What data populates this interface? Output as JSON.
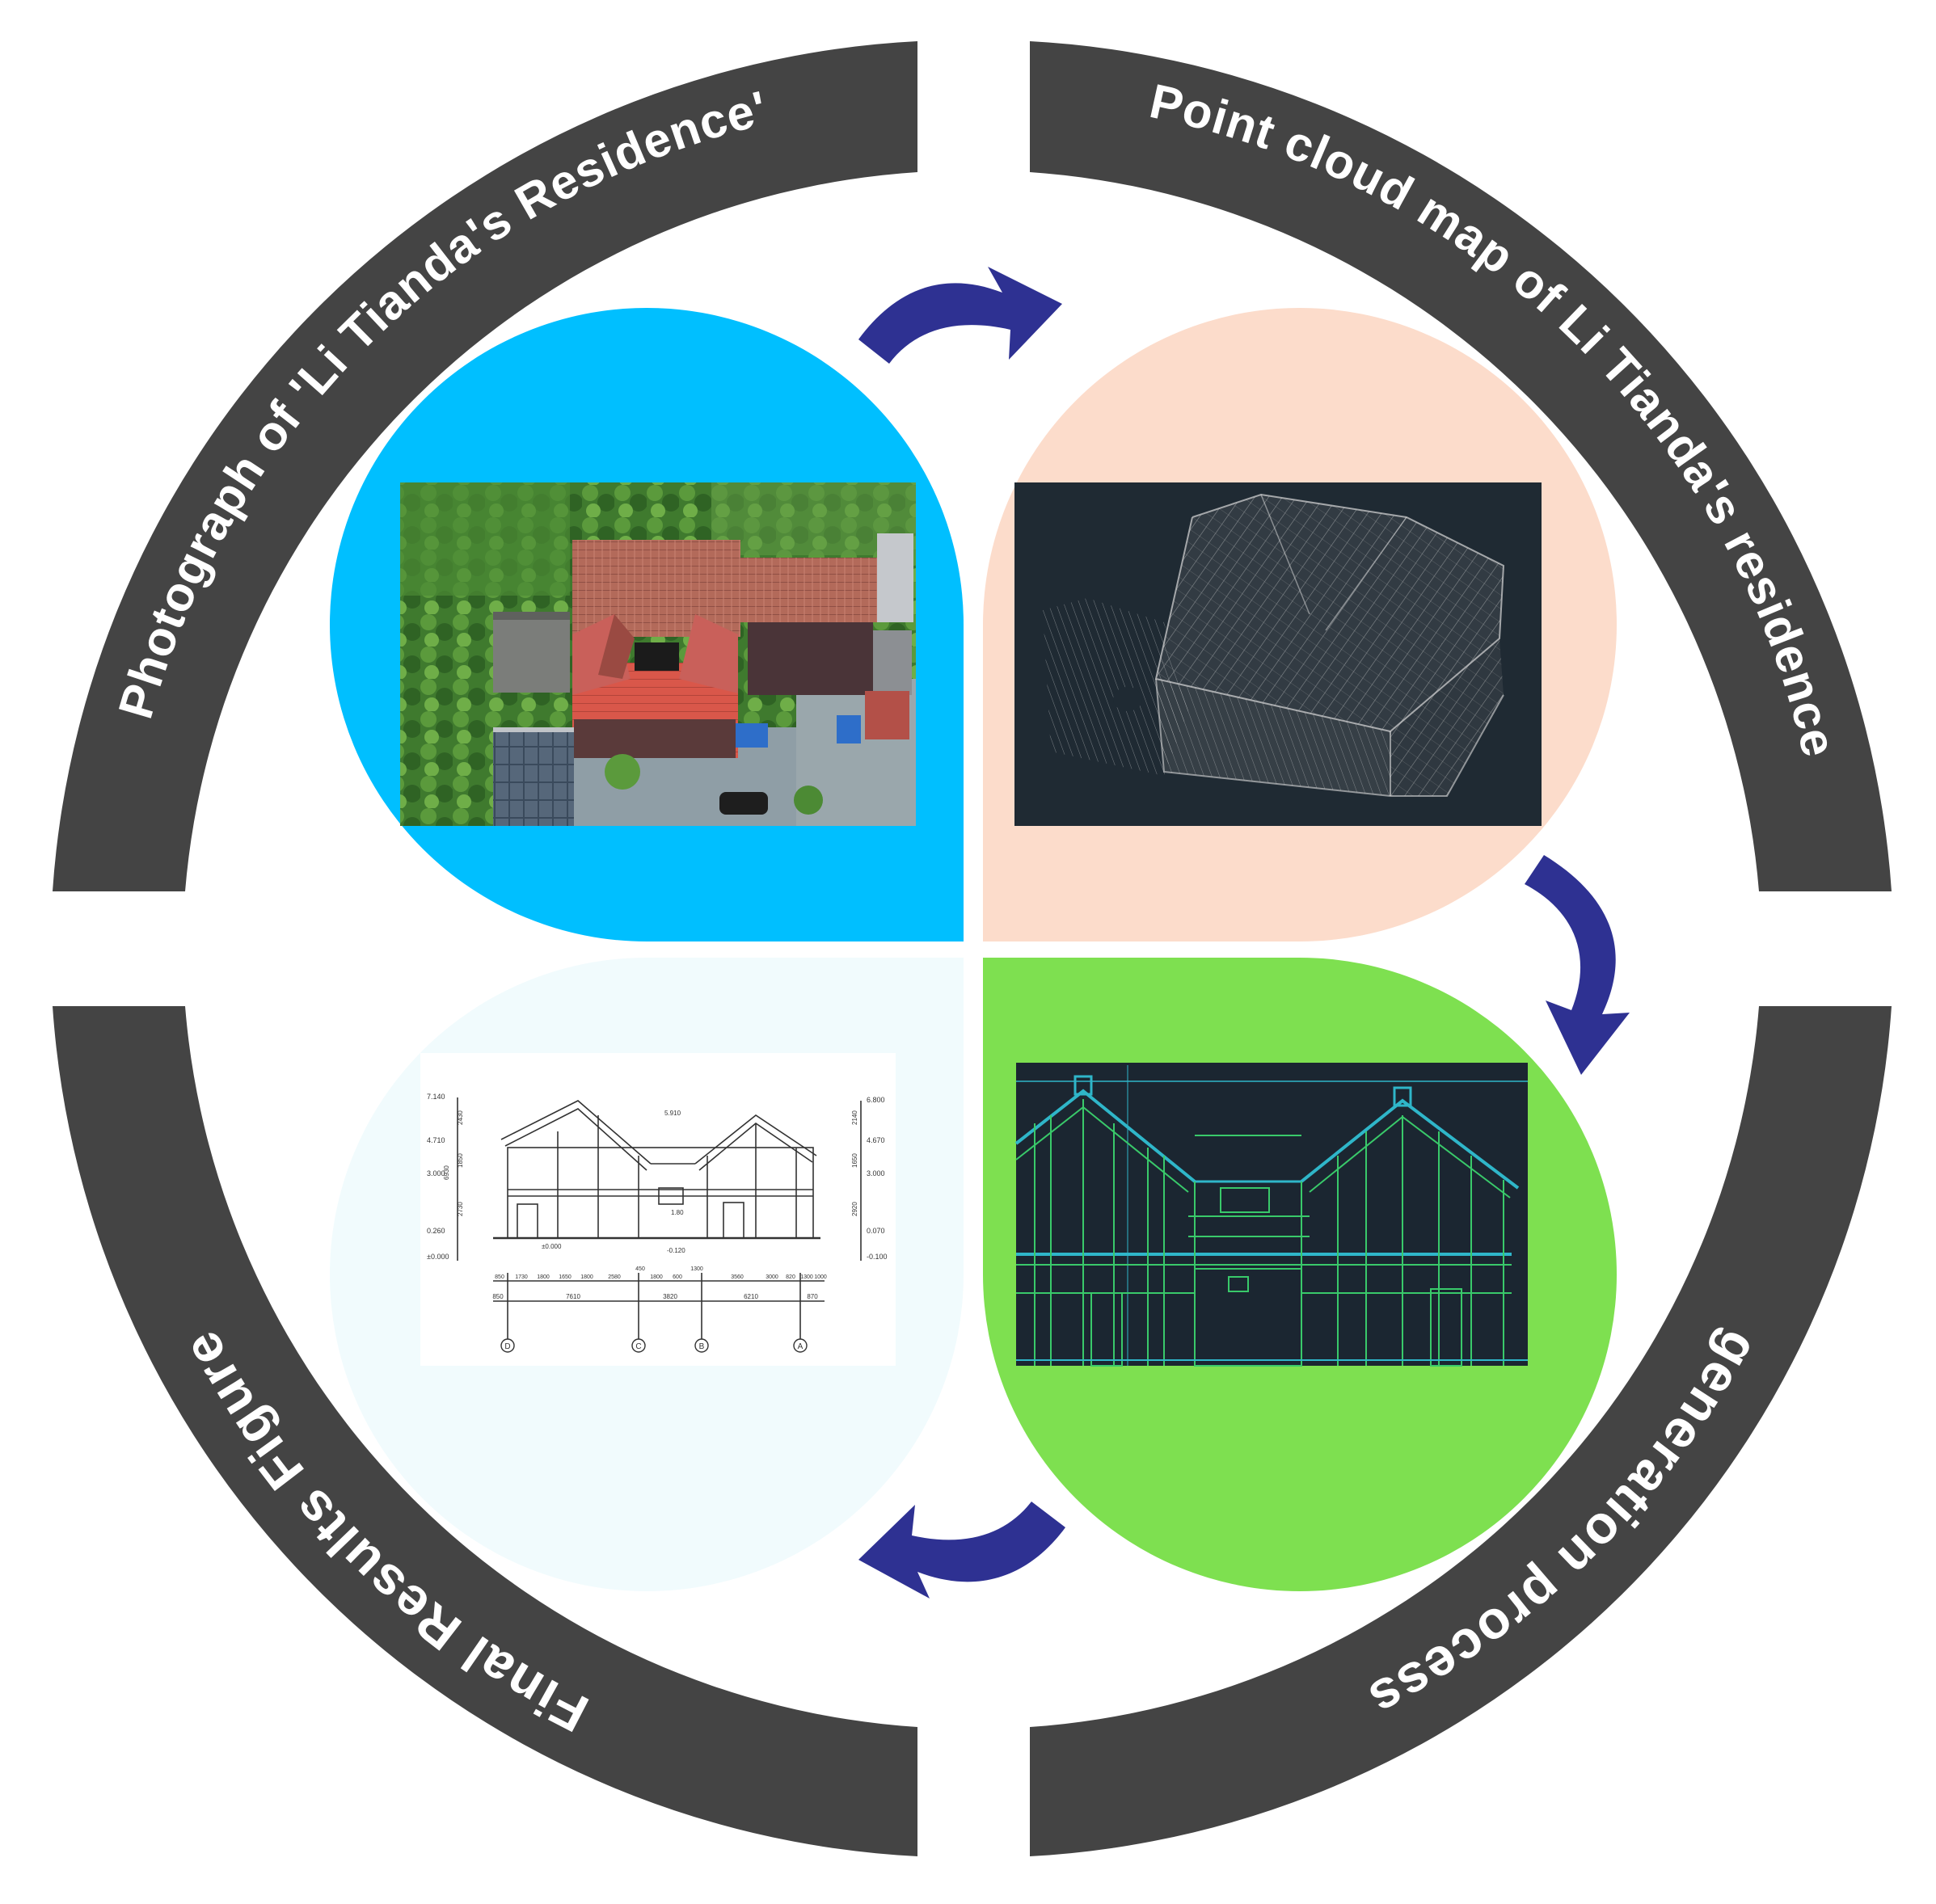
{
  "ring": {
    "top_left_label": "Photograph of 'Li Tianda's Residence'",
    "top_right_label": "Point cloud map of Li Tianda's residence",
    "bottom_right_label": "generation process",
    "bottom_left_label": "Final Results Figure"
  },
  "colors": {
    "ring": "#444444",
    "petal_photo": "#00bfff",
    "petal_pointcloud": "#fcdccb",
    "petal_cad": "#7ee050",
    "petal_final": "#f1fbfd",
    "arrow": "#2e3192",
    "cad_background": "#1b2631",
    "cad_lines": "#39c96a",
    "cad_accent": "#2fb6c9"
  },
  "drawing": {
    "elevations_left": [
      "7.140",
      "4.710",
      "3.000",
      "0.260",
      "±0.000"
    ],
    "elevations_right": [
      "6.800",
      "4.670",
      "3.000",
      "0.070",
      "-0.100"
    ],
    "dims_left": [
      "2430",
      "1850",
      "2730"
    ],
    "dims_right": [
      "2140",
      "1650",
      "2920"
    ],
    "total_left": "6930",
    "ridge_mark": "5.910",
    "floor_marks": [
      "±0.000",
      "-0.120",
      "1.80"
    ],
    "top_dims": [
      "850",
      "1730",
      "1800",
      "1650",
      "1800",
      "2580",
      "450",
      "1800",
      "600",
      "3560",
      "1300",
      "3000",
      "820",
      "1300",
      "1000"
    ],
    "total_dims": [
      "850",
      "7610",
      "3820",
      "6210",
      "870"
    ],
    "axis_labels": [
      "D",
      "C",
      "B",
      "A"
    ]
  }
}
